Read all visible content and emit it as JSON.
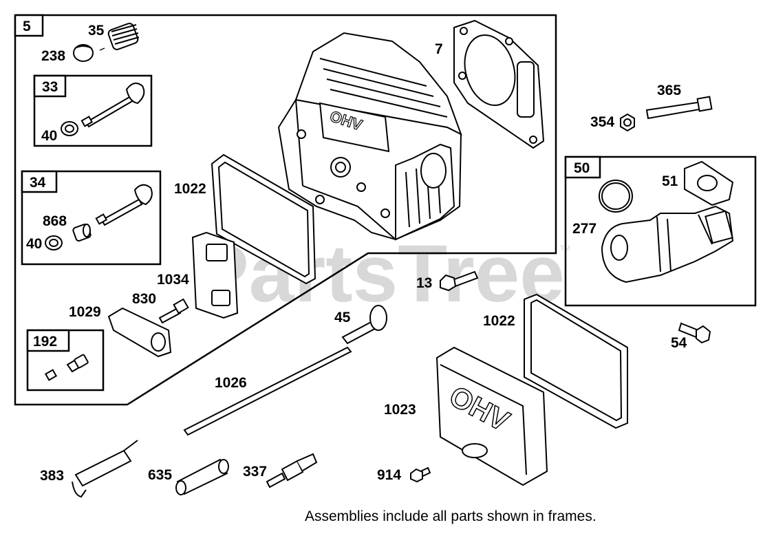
{
  "watermark": {
    "text": "PartsTree",
    "trademark": "TM"
  },
  "frames": {
    "f5": "5",
    "f33": "33",
    "f34": "34",
    "f192": "192",
    "f50": "50"
  },
  "callouts": {
    "c7": "7",
    "c35": "35",
    "c238": "238",
    "c40a": "40",
    "c868": "868",
    "c40b": "40",
    "c1022a": "1022",
    "c1034": "1034",
    "c830": "830",
    "c1029": "1029",
    "c365": "365",
    "c354": "354",
    "c51": "51",
    "c277": "277",
    "c13": "13",
    "c45": "45",
    "c1022b": "1022",
    "c54": "54",
    "c1026": "1026",
    "c1023": "1023",
    "c383": "383",
    "c635": "635",
    "c337": "337",
    "c914": "914"
  },
  "cover_embossing": "OHV",
  "head_embossing": "OHV",
  "note": "Assemblies include all parts shown in frames."
}
